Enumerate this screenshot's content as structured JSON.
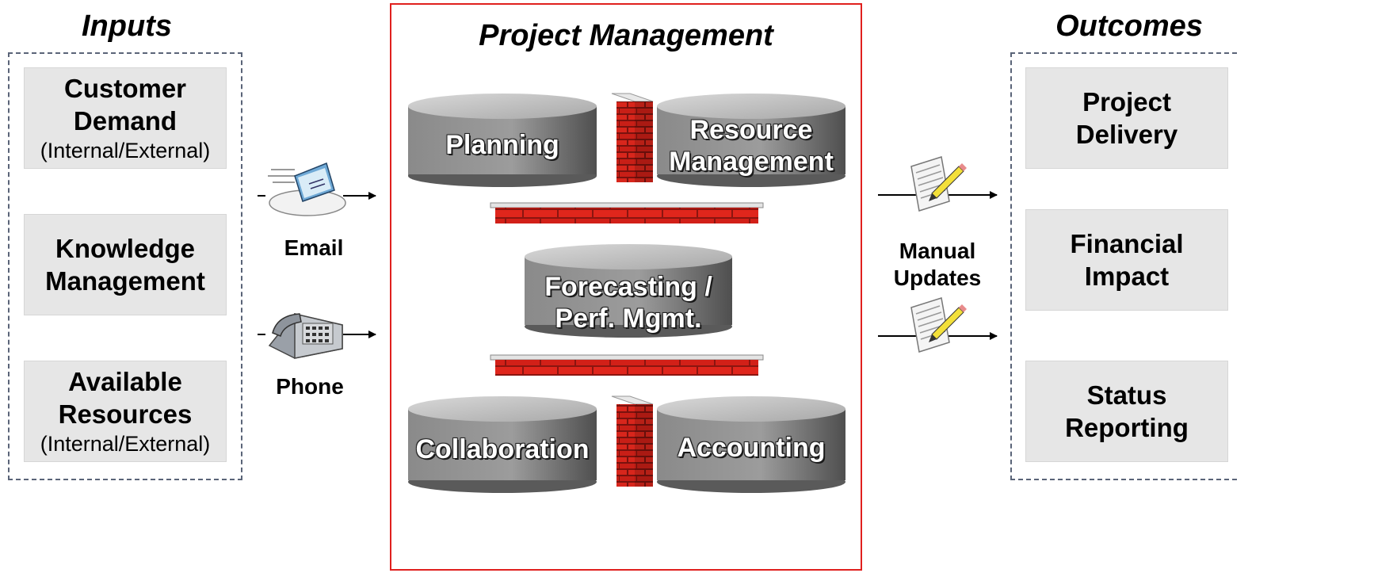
{
  "inputs": {
    "title": "Inputs",
    "cards": [
      {
        "main": "Customer\nDemand",
        "sub": "(Internal/External)"
      },
      {
        "main": "Knowledge\nManagement",
        "sub": ""
      },
      {
        "main": "Available\nResources",
        "sub": "(Internal/External)"
      }
    ]
  },
  "channels": {
    "email": "Email",
    "phone": "Phone",
    "manual_updates": "Manual\nUpdates"
  },
  "project_management": {
    "title": "Project Management",
    "modules": {
      "planning": "Planning",
      "resource_management": "Resource\nManagement",
      "forecasting": "Forecasting /\nPerf. Mgmt.",
      "collaboration": "Collaboration",
      "accounting": "Accounting"
    }
  },
  "outcomes": {
    "title": "Outcomes",
    "cards": [
      {
        "main": "Project\nDelivery"
      },
      {
        "main": "Financial\nImpact"
      },
      {
        "main": "Status\nReporting"
      }
    ]
  },
  "colors": {
    "frame": "#e0201e",
    "dashed_border": "#5a6478",
    "card_bg": "#e6e6e6",
    "brick": "#d8281e"
  },
  "icons": [
    "email-icon",
    "phone-icon",
    "document-pencil-icon",
    "brick-wall-icon",
    "database-cylinder-icon"
  ]
}
